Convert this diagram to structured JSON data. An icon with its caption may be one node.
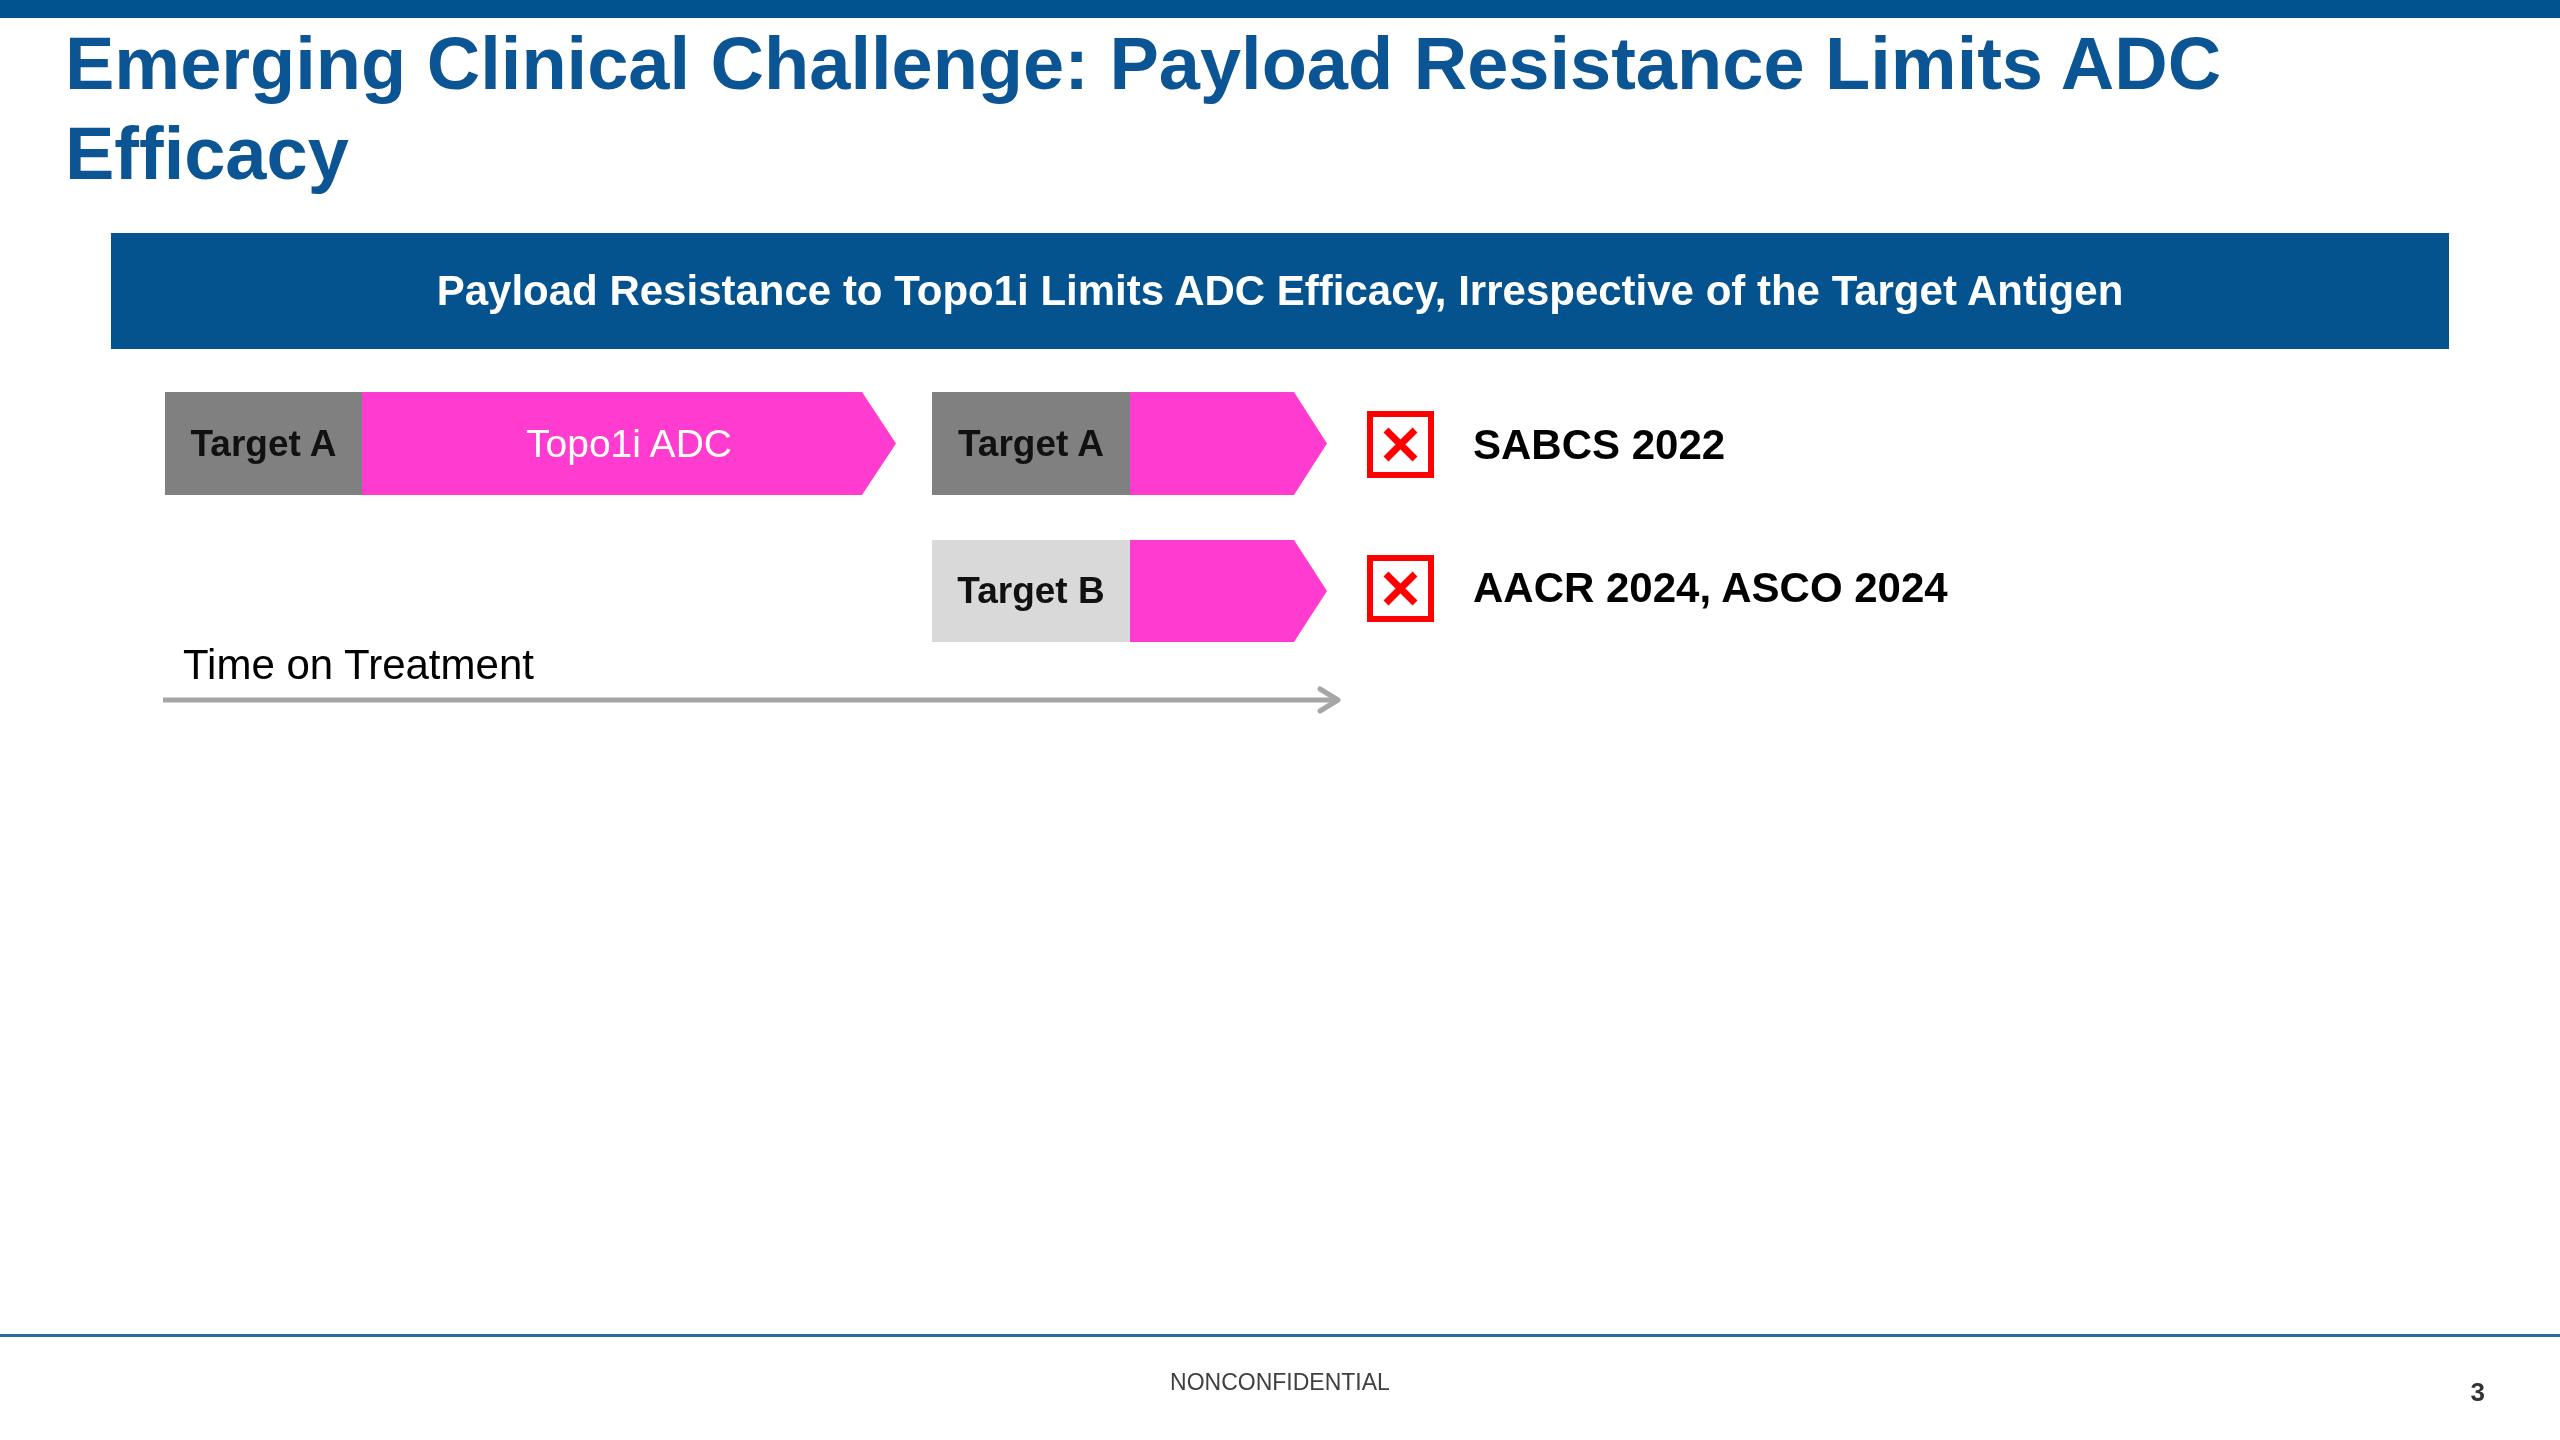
{
  "diagram": {
    "title": "Emerging Clinical Challenge: Payload Resistance Limits ADC Efficacy",
    "nodes": [
      {
        "text": [
          "Payload Resistance to Topo1i Limits ADC Efficacy, Irrespective of the Target Antigen"
        ]
      },
      {
        "text": [
          "Target A"
        ]
      },
      {
        "text": [
          "Topo1i ADC"
        ]
      },
      {
        "text": [
          "Target A"
        ]
      },
      {
        "text": [],
        "shape": "chevron"
      },
      {
        "text": [
          "Target B"
        ]
      },
      {
        "text": [],
        "shape": "chevron"
      }
    ],
    "labels": [
      "SABCS 2022",
      "AACR 2024, ASCO 2024",
      "Time on Treatment",
      "NONCONFIDENTIAL",
      "3"
    ]
  }
}
